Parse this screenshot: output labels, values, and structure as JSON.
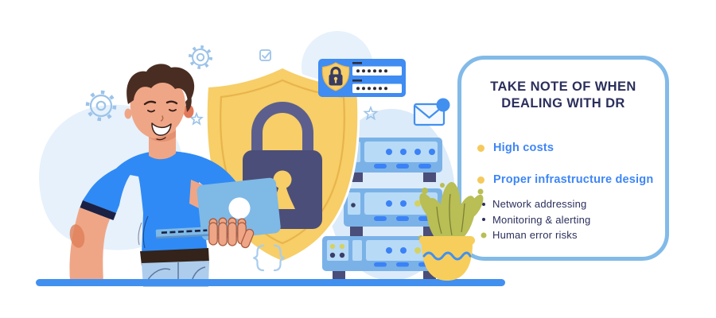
{
  "card": {
    "title_lines": [
      "TAKE NOTE OF WHEN",
      "DEALING WITH DR"
    ],
    "bullets": [
      {
        "label": "High costs",
        "sub": []
      },
      {
        "label": "Proper infrastructure design",
        "sub": [
          "Network addressing",
          "Monitoring & alerting",
          "Human error risks"
        ]
      }
    ]
  },
  "icons": [
    "gear-icon",
    "star-icon",
    "checkbox-checked-icon",
    "mail-icon",
    "notification-badge",
    "shield-lock-icon",
    "password-panel-icon",
    "server-rack",
    "plant",
    "code-braces-icon"
  ],
  "palette": {
    "navy": "#2B2F5C",
    "accent_blue": "#3E86F5",
    "bullet_yellow": "#F5C95B",
    "card_border": "#82BAE8",
    "ground_blue": "#4190F0",
    "shield_yellow": "#F7CE67",
    "shield_line": "#E9B44C",
    "lock_navy": "#4B4E78",
    "shackle": "#5C5F8D",
    "server_blue": "#7AB2E8",
    "server_light": "#B7DAF7",
    "dot_blue": "#3B82F6",
    "dot_olive": "#D6D262",
    "plant_olive": "#B9BE55",
    "pot_yellow": "#F7CE5B",
    "skin": "#EFA687",
    "shirt_blue": "#2F8AF5",
    "jeans_blue": "#AECDEC",
    "panel_blue": "#3F8CF3",
    "sketch_blue": "#9CC3E8",
    "bg_blob": "#E6F1FB"
  }
}
